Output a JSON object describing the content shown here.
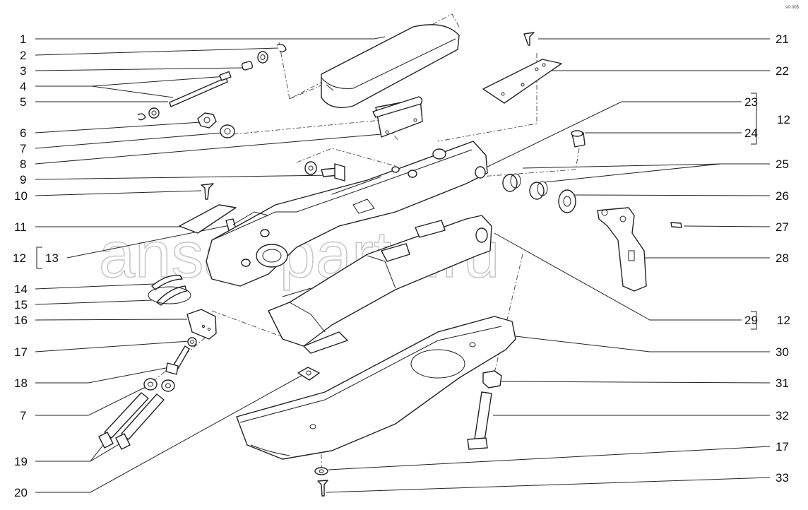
{
  "watermark": "ansat-parts.ru",
  "corner_mark": "s© 005",
  "callouts_left": [
    "1",
    "2",
    "3",
    "4",
    "5",
    "6",
    "7",
    "8",
    "9",
    "10",
    "11",
    "12",
    "13",
    "14",
    "15",
    "16",
    "17",
    "18",
    "7",
    "19",
    "20"
  ],
  "callouts_right": [
    "21",
    "22",
    "23",
    "24",
    "25",
    "26",
    "27",
    "28",
    "29",
    "30",
    "31",
    "32",
    "17",
    "33"
  ],
  "group_labels": [
    "12",
    "12"
  ]
}
